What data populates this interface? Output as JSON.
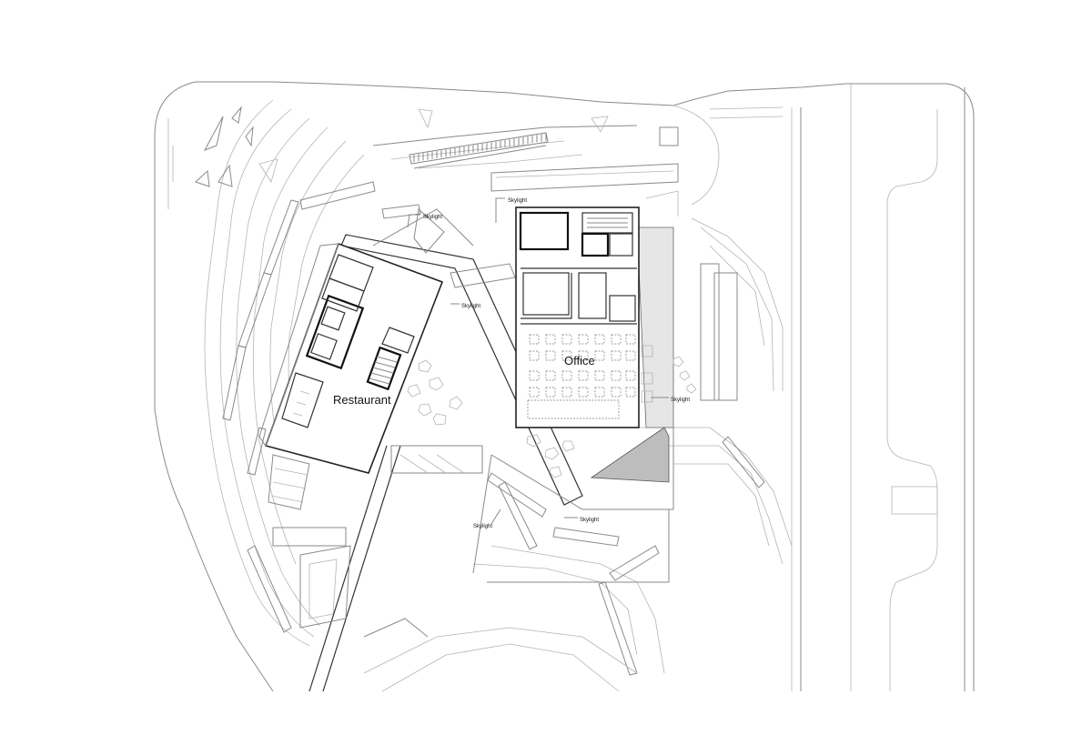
{
  "labels": {
    "restaurant": "Restaurant",
    "office": "Office",
    "skylight": "Skylight"
  },
  "colors": {
    "background": "#ffffff",
    "linework": "#8a8a8a",
    "building_outline": "#222222"
  }
}
